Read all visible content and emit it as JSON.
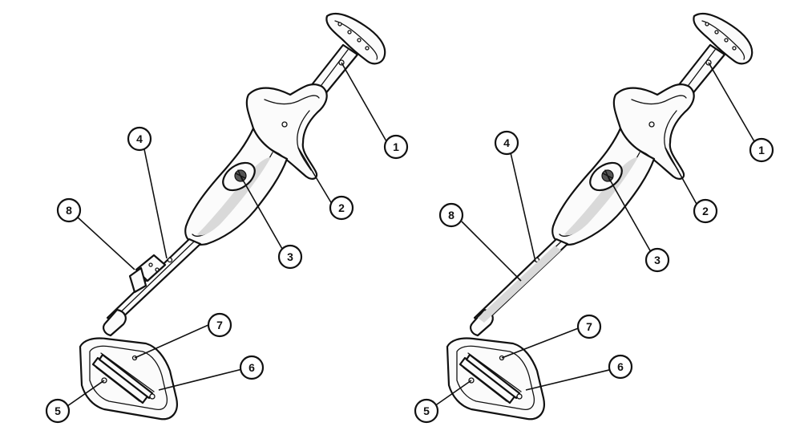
{
  "figure": {
    "panels": [
      {
        "id": "left",
        "callouts": [
          "1",
          "2",
          "3",
          "4",
          "5",
          "6",
          "7",
          "8"
        ]
      },
      {
        "id": "right",
        "callouts": [
          "1",
          "2",
          "3",
          "4",
          "5",
          "6",
          "7",
          "8"
        ]
      }
    ]
  }
}
